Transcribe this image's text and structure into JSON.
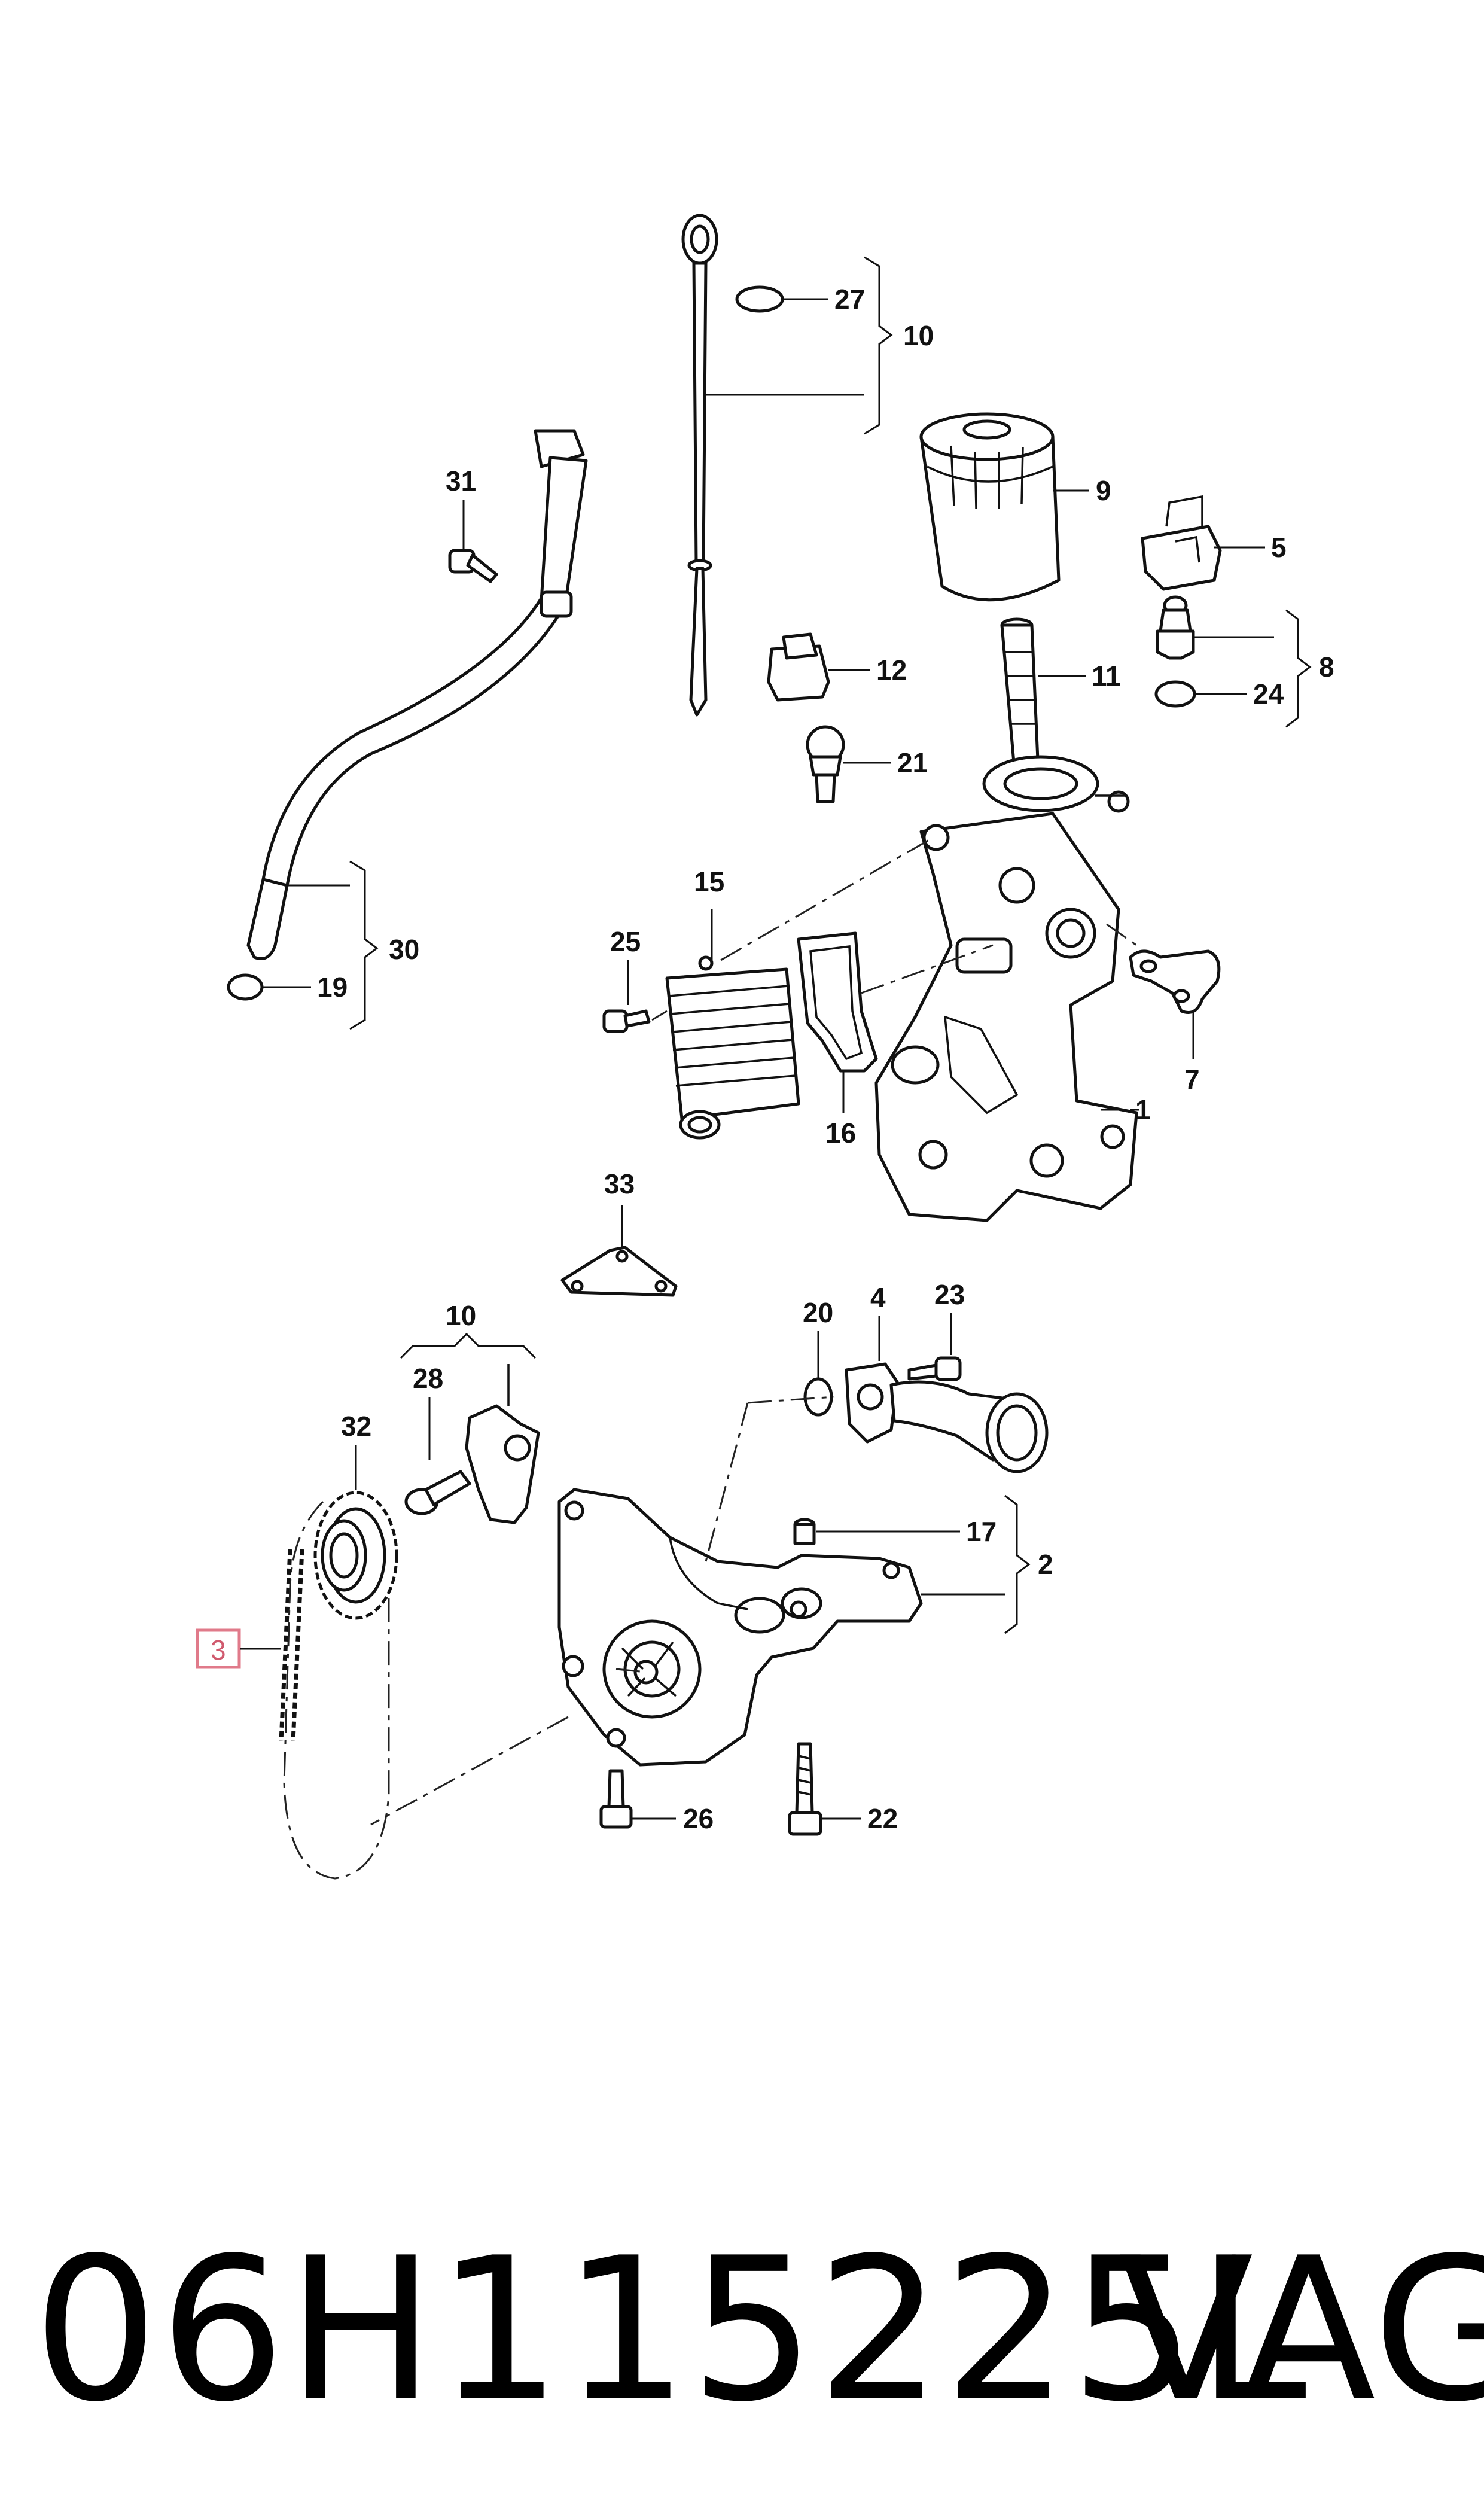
{
  "callouts": {
    "c27": "27",
    "c10a": "10",
    "c9": "9",
    "c31": "31",
    "c5": "5",
    "c12": "12",
    "c11": "11",
    "c8": "8",
    "c24": "24",
    "c21": "21",
    "c15": "15",
    "c25": "25",
    "c30": "30",
    "c19": "19",
    "c7": "7",
    "c16": "16",
    "c1": "1",
    "c33": "33",
    "c10b": "10",
    "c20": "20",
    "c4": "4",
    "c23": "23",
    "c28": "28",
    "c32": "32",
    "c17": "17",
    "c2": "2",
    "c3": "3",
    "c26": "26",
    "c22": "22"
  },
  "highlight_color": "#e07a8a",
  "footer": {
    "part_number": "06H115225L",
    "brand": "VAG"
  }
}
